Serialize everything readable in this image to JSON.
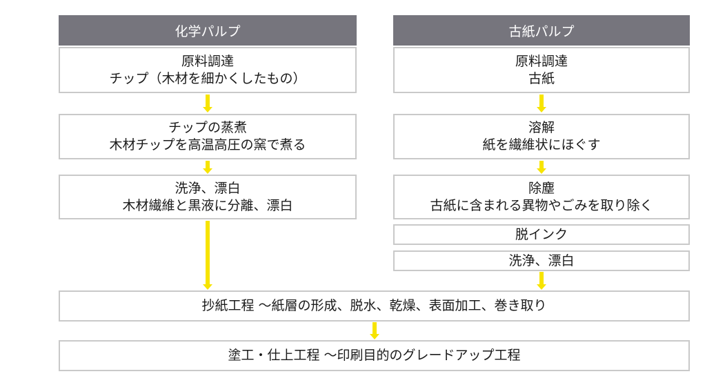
{
  "colors": {
    "header": "#76757d",
    "arrow": "#f7e400",
    "border": "#c9c9c9"
  },
  "chemical": {
    "title": "化学パルプ",
    "steps": [
      {
        "title": "原料調達",
        "desc": "チップ（木材を細かくしたもの）"
      },
      {
        "title": "チップの蒸煮",
        "desc": "木材チップを高温高圧の窯で煮る"
      },
      {
        "title": "洗浄、漂白",
        "desc": "木材繊維と黒液に分離、漂白"
      }
    ]
  },
  "recycled": {
    "title": "古紙パルプ",
    "steps": [
      {
        "title": "原料調達",
        "desc": "古紙"
      },
      {
        "title": "溶解",
        "desc": "紙を繊維状にほぐす"
      },
      {
        "title": "除塵",
        "desc": "古紙に含まれる異物やごみを取り除く"
      },
      {
        "title": "脱インク"
      },
      {
        "title": "洗浄、漂白"
      }
    ]
  },
  "common": [
    {
      "title": "抄紙工程 ～紙層の形成、脱水、乾燥、表面加工、巻き取り"
    },
    {
      "title": "塗工・仕上工程 ～印刷目的のグレードアップ工程"
    }
  ]
}
